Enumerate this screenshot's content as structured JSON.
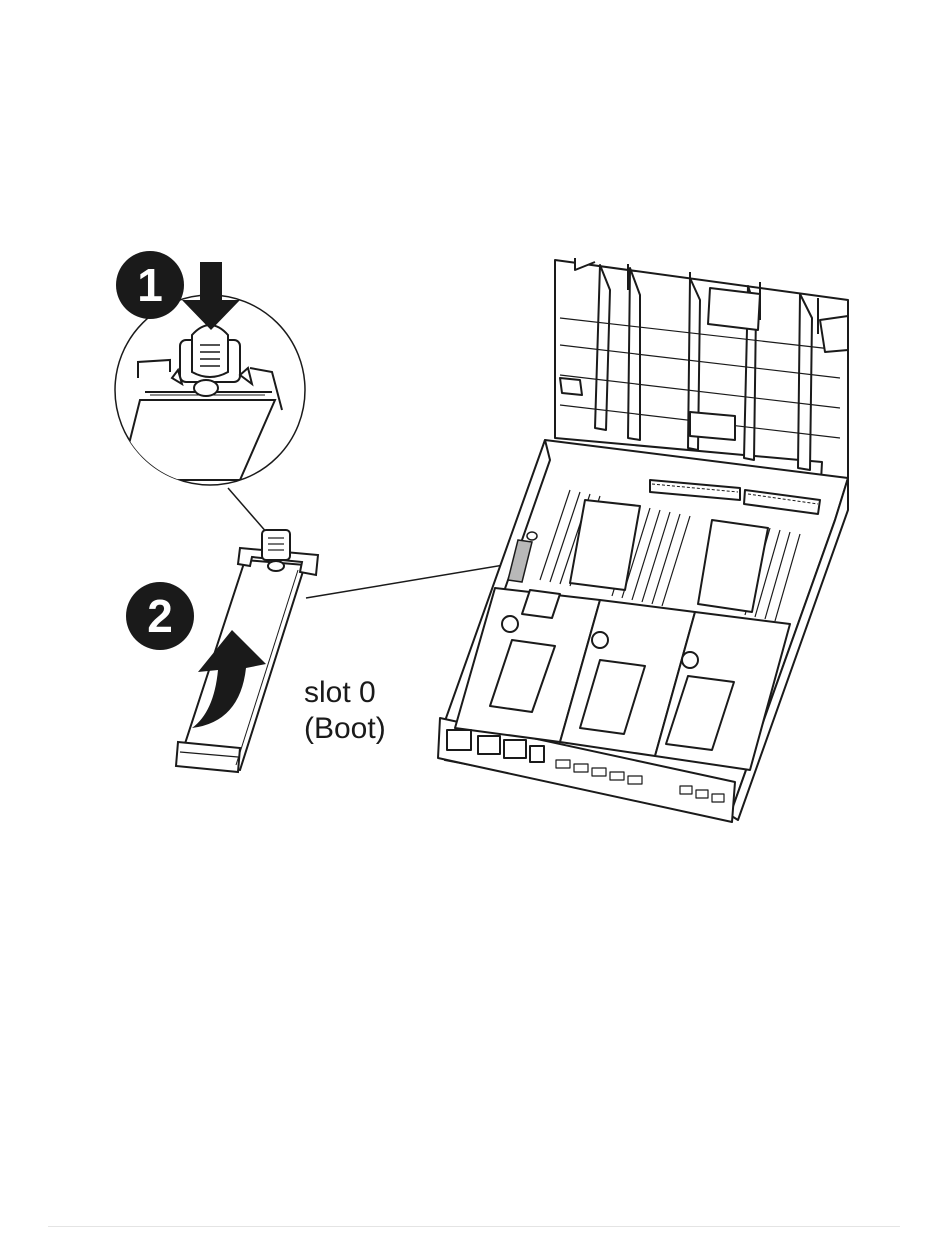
{
  "diagram": {
    "steps": [
      {
        "number": "1"
      },
      {
        "number": "2"
      }
    ],
    "callout": {
      "line1": "slot 0",
      "line2": "(Boot)"
    },
    "highlight_color": "#b8b8b8",
    "ink_color": "#1a1a1a"
  }
}
